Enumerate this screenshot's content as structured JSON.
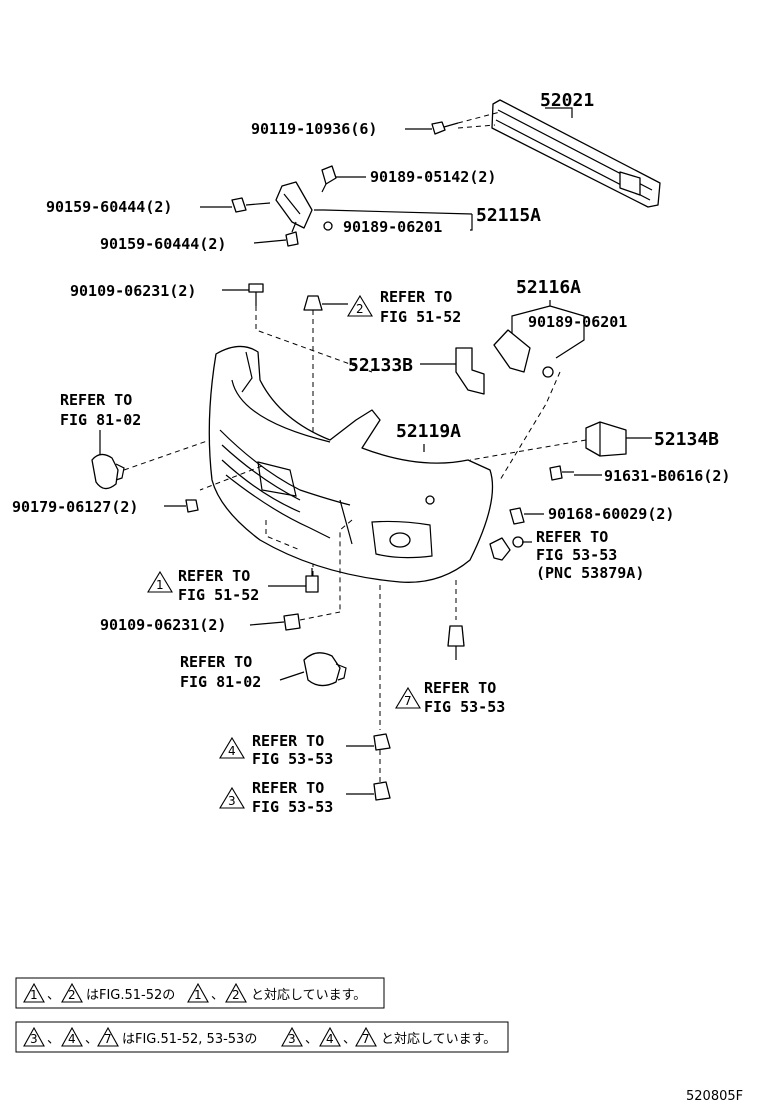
{
  "parts": {
    "p52021": "52021",
    "p90119": "90119-10936(6)",
    "p90189a": "90189-05142(2)",
    "p90159a": "90159-60444(2)",
    "p52115A": "52115A",
    "p90189b": "90189-06201",
    "p90159b": "90159-60444(2)",
    "p90109a": "90109-06231(2)",
    "p52116A": "52116A",
    "p90189c": "90189-06201",
    "p52133B": "52133B",
    "p52119A": "52119A",
    "p52134B": "52134B",
    "p91631": "91631-B0616(2)",
    "p90179": "90179-06127(2)",
    "p90168": "90168-60029(2)",
    "p90109b": "90109-06231(2)"
  },
  "refs": {
    "r1_line1": "REFER TO",
    "r1_line2": "FIG 51-52",
    "r1_num": "2",
    "r2_line1": "REFER TO",
    "r2_line2": "FIG 81-02",
    "r3_line1": "REFER TO",
    "r3_line2": "FIG 53-53",
    "r3_line3": "(PNC 53879A)",
    "r4_line1": "REFER TO",
    "r4_line2": "FIG 51-52",
    "r4_num": "1",
    "r5_line1": "REFER TO",
    "r5_line2": "FIG 81-02",
    "r6_line1": "REFER TO",
    "r6_line2": "FIG 53-53",
    "r6_num": "7",
    "r7_line1": "REFER TO",
    "r7_line2": "FIG 53-53",
    "r7_num": "4",
    "r8_line1": "REFER TO",
    "r8_line2": "FIG 53-53",
    "r8_num": "3"
  },
  "notes": {
    "n1_a": "1",
    "n1_sep": "、",
    "n1_b": "2",
    "n1_text": "はFIG.51-52の",
    "n1_c": "1",
    "n1_sep2": "、",
    "n1_d": "2",
    "n1_tail": "と対応しています。",
    "n2_a": "3",
    "n2_sep": "、",
    "n2_b": "4",
    "n2_sep2": "、",
    "n2_c": "7",
    "n2_text": "はFIG.51-52, 53-53の",
    "n2_d": "3",
    "n2_sep3": "、",
    "n2_e": "4",
    "n2_sep4": "、",
    "n2_f": "7",
    "n2_tail": "と対応しています。"
  },
  "footer": {
    "code": "520805F"
  }
}
